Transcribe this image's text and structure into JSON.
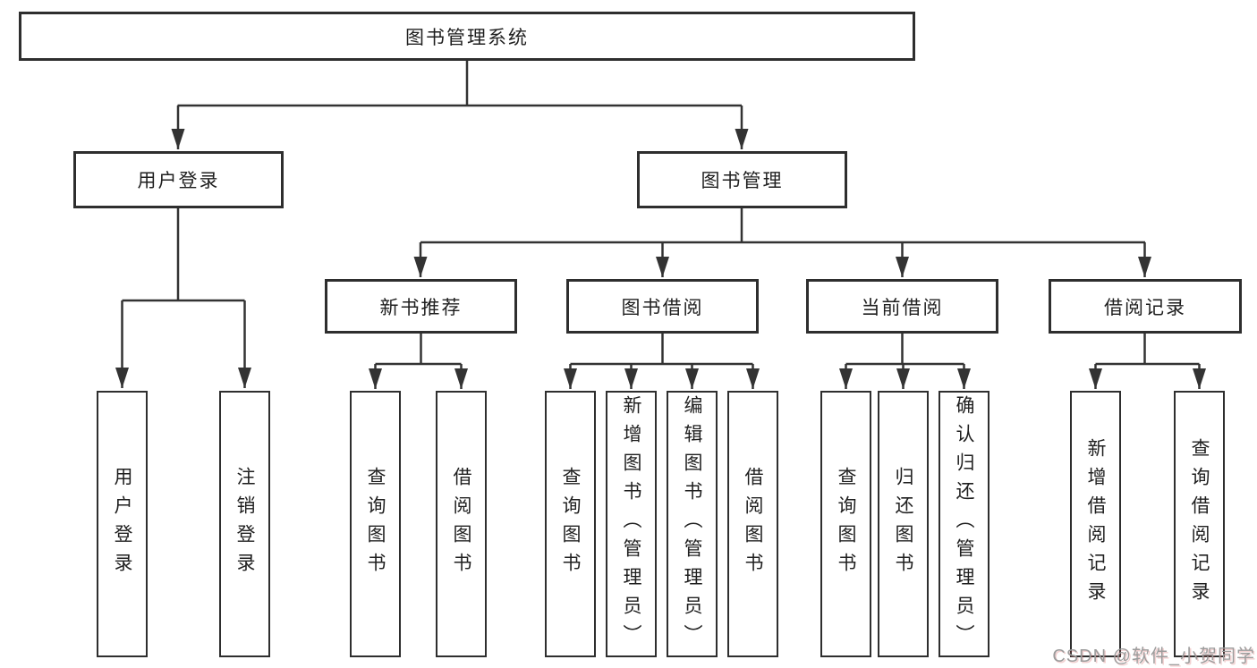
{
  "canvas": {
    "background": "#ffffff",
    "line_color": "#333333",
    "box_border_color": "#2e2e2e",
    "text_color": "#1f1f1f"
  },
  "tree": {
    "root": "图书管理系统",
    "branches": [
      {
        "label": "用户登录",
        "children": [
          "用户登录",
          "注销登录"
        ]
      },
      {
        "label": "图书管理",
        "children": [
          {
            "label": "新书推荐",
            "children": [
              "查询图书",
              "借阅图书"
            ]
          },
          {
            "label": "图书借阅",
            "children": [
              "查询图书",
              "新增图书（管理员）",
              "编辑图书（管理员）",
              "借阅图书"
            ]
          },
          {
            "label": "当前借阅",
            "children": [
              "查询图书",
              "归还图书",
              "确认归还（管理员）"
            ]
          },
          {
            "label": "借阅记录",
            "children": [
              "新增借阅记录",
              "查询借阅记录"
            ]
          }
        ]
      }
    ]
  },
  "watermark": {
    "text": "CSDN @软件_小贺同学",
    "color": "#9c9c9c"
  }
}
